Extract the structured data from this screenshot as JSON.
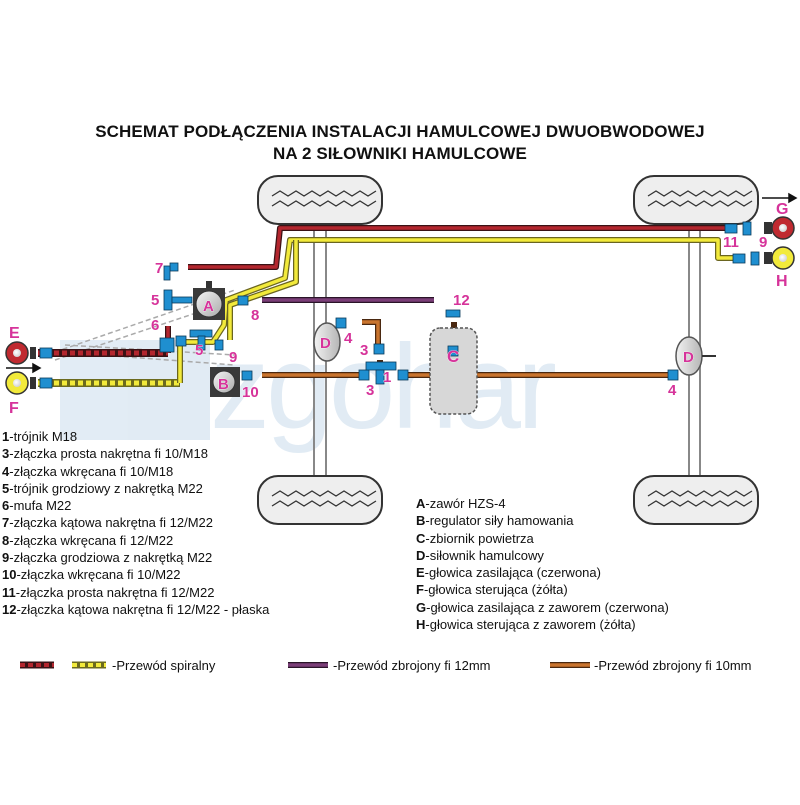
{
  "title_line1": "SCHEMAT PODŁĄCZENIA INSTALACJI HAMULCOWEJ DWUOBWODOWEJ",
  "title_line2": "NA 2 SIŁOWNIKI HAMULCOWE",
  "watermark": "zgohar",
  "labels": {
    "A": "A",
    "B": "B",
    "C": "C",
    "D": "D",
    "E": "E",
    "F": "F",
    "G": "G",
    "H": "H",
    "n1": "1",
    "n3a": "3",
    "n3b": "3",
    "n4a": "4",
    "n4b": "4",
    "n5a": "5",
    "n5b": "5",
    "n6": "6",
    "n7": "7",
    "n8": "8",
    "n9a": "9",
    "n9b": "9",
    "n10": "10",
    "n11": "11",
    "n12": "12"
  },
  "parts_numbered": [
    {
      "num": "1",
      "text": "-trójnik M18"
    },
    {
      "num": "3",
      "text": "-złączka prosta nakrętna fi 10/M18"
    },
    {
      "num": "4",
      "text": "-złączka wkręcana fi 10/M18"
    },
    {
      "num": "5",
      "text": "-trójnik grodziowy z nakrętką M22"
    },
    {
      "num": "6",
      "text": "-mufa M22"
    },
    {
      "num": "7",
      "text": "-złączka kątowa nakrętna fi 12/M22"
    },
    {
      "num": "8",
      "text": "-złączka wkręcana fi 12/M22"
    },
    {
      "num": "9",
      "text": "-złączka grodziowa z nakrętką M22"
    },
    {
      "num": "10",
      "text": "-złączka wkręcana fi 10/M22"
    },
    {
      "num": "11",
      "text": "-złączka prosta nakrętna fi 12/M22"
    },
    {
      "num": "12",
      "text": "-złączka kątowa nakrętna fi 12/M22 - płaska"
    }
  ],
  "parts_lettered": [
    {
      "num": "A",
      "text": "-zawór HZS-4"
    },
    {
      "num": "B",
      "text": "-regulator siły hamowania"
    },
    {
      "num": "C",
      "text": "-zbiornik powietrza"
    },
    {
      "num": "D",
      "text": "-siłownik hamulcowy"
    },
    {
      "num": "E",
      "text": "-głowica zasilająca (czerwona)"
    },
    {
      "num": "F",
      "text": "-głowica sterująca (żółta)"
    },
    {
      "num": "G",
      "text": "-głowica zasilająca z zaworem (czerwona)"
    },
    {
      "num": "H",
      "text": "-głowica sterująca z zaworem (żółta)"
    }
  ],
  "key": {
    "spiral": "-Przewód spiralny",
    "armored12": "-Przewód zbrojony fi 12mm",
    "armored10": "-Przewód zbrojony fi 10mm"
  },
  "colors": {
    "red_line": "#b3262e",
    "yellow_line": "#f2ea3b",
    "purple_line": "#7b3e78",
    "orange_line": "#c9742e",
    "label_magenta": "#d6339a",
    "fitting_blue": "#1f8fd0",
    "component_gray": "#cfcfcf"
  }
}
